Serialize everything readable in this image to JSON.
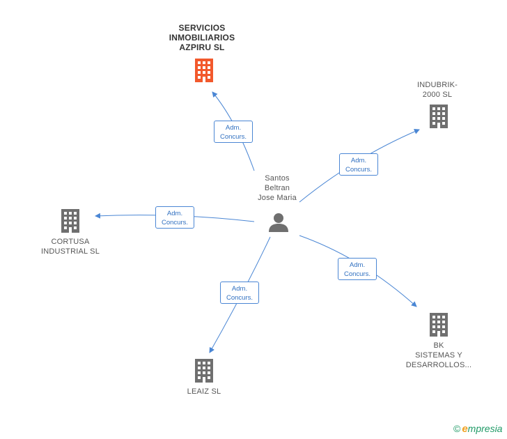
{
  "colors": {
    "edge": "#4a86d4",
    "building": "#6f6f6f",
    "building_main": "#f2592c",
    "person": "#6f6f6f"
  },
  "center": {
    "label_line1": "Santos",
    "label_line2": "Beltran",
    "label_line3": "Jose Maria",
    "icon": "person-icon"
  },
  "nodes": [
    {
      "id": "azpiru",
      "line1": "SERVICIOS",
      "line2": "INMOBILIARIOS",
      "line3": "AZPIRU SL",
      "icon": "building-icon"
    },
    {
      "id": "indubrik",
      "line1": "INDUBRIK-",
      "line2": "2000 SL",
      "icon": "building-icon"
    },
    {
      "id": "cortusa",
      "line1": "CORTUSA",
      "line2": "INDUSTRIAL SL",
      "icon": "building-icon"
    },
    {
      "id": "bk",
      "line1": "BK",
      "line2": "SISTEMAS Y",
      "line3": "DESARROLLOS...",
      "icon": "building-icon"
    },
    {
      "id": "leaiz",
      "line1": "LEAIZ SL",
      "icon": "building-icon"
    }
  ],
  "edges": [
    {
      "to": "azpiru",
      "line1": "Adm.",
      "line2": "Concurs."
    },
    {
      "to": "indubrik",
      "line1": "Adm.",
      "line2": "Concurs."
    },
    {
      "to": "cortusa",
      "line1": "Adm.",
      "line2": "Concurs."
    },
    {
      "to": "bk",
      "line1": "Adm.",
      "line2": "Concurs."
    },
    {
      "to": "leaiz",
      "line1": "Adm.",
      "line2": "Concurs."
    }
  ],
  "footer": {
    "copyright_symbol": "©",
    "brand_initial": "e",
    "brand_rest": "mpresia"
  }
}
